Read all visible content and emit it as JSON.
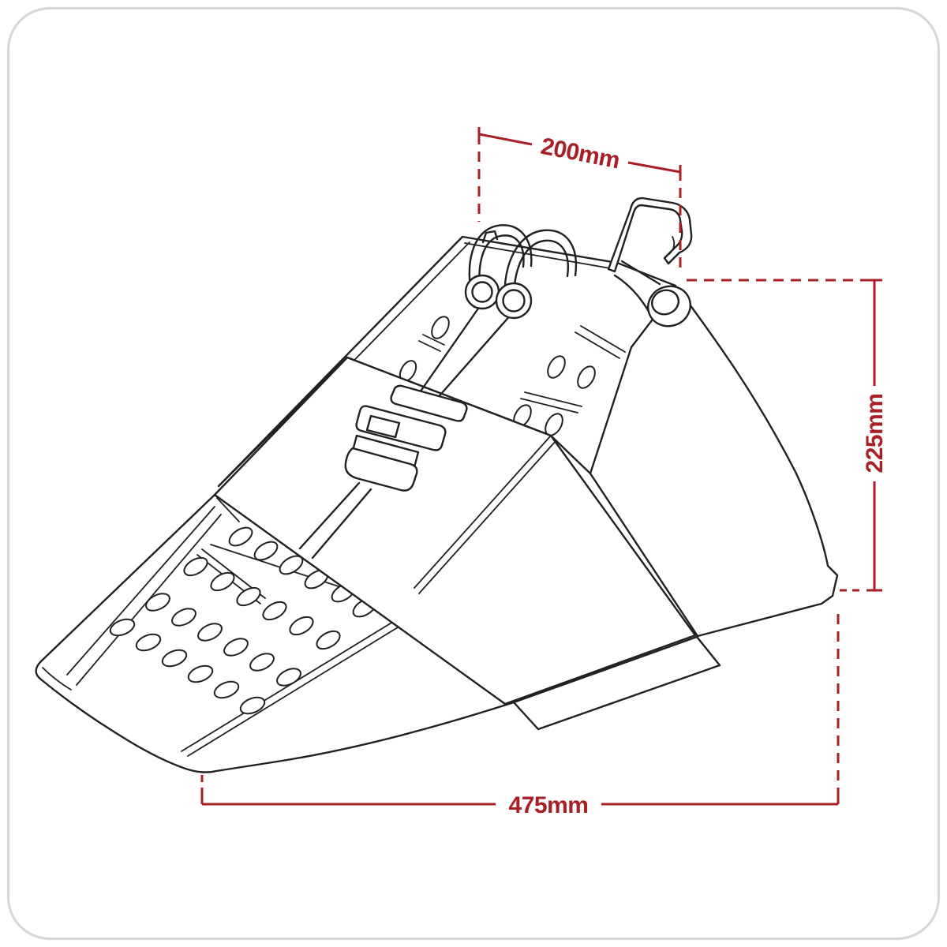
{
  "illustration": {
    "name": "folding-wheel-chock-technical-line-drawing",
    "style": "black outline product sketch on white with rounded light-gray frame"
  },
  "annotations": {
    "top_width": {
      "label": "200mm",
      "value": 200,
      "unit": "mm"
    },
    "height": {
      "label": "225mm",
      "value": 225,
      "unit": "mm"
    },
    "length": {
      "label": "475mm",
      "value": 475,
      "unit": "mm"
    }
  },
  "colors": {
    "dimension_red": "#a81f24",
    "line_black": "#232022",
    "border_gray": "#d6d6d6",
    "background": "#ffffff"
  }
}
